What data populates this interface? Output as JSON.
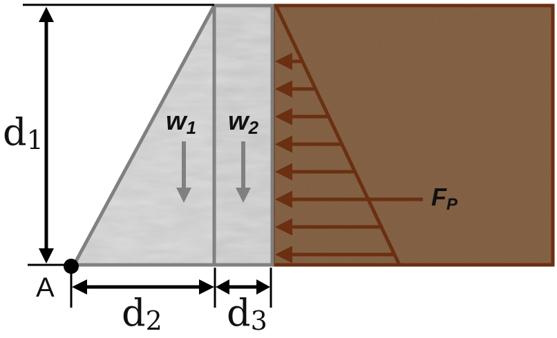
{
  "diagram": {
    "labels": {
      "d1": {
        "base": "d",
        "sub": "1"
      },
      "d2": {
        "base": "d",
        "sub": "2"
      },
      "d3": {
        "base": "d",
        "sub": "3"
      },
      "w1": {
        "base": "w",
        "sub": "1"
      },
      "w2": {
        "base": "w",
        "sub": "2"
      },
      "fp": {
        "base": "F",
        "sub": "P"
      },
      "pivot": "A"
    },
    "colors": {
      "concrete": "#c8c8c8",
      "concrete_edge": "#808080",
      "soil": "#7a5535",
      "soil_edge": "#6b2f12",
      "pressure": "#6b2f12",
      "weight_arrow": "#808080",
      "dimension": "#000000"
    }
  }
}
